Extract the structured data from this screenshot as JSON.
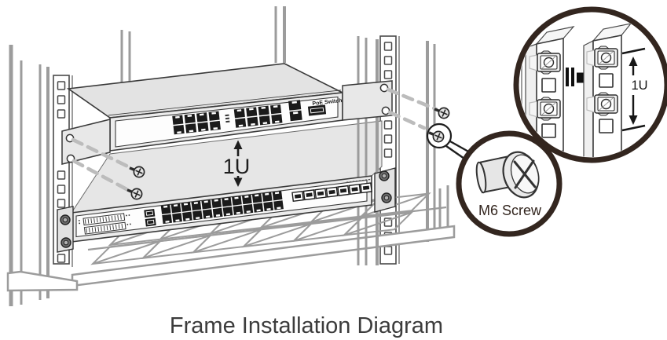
{
  "figure": {
    "caption": "Frame Installation Diagram",
    "annotations": {
      "rack_unit_gap_label": "1U",
      "inset_rack_unit_label": "1U",
      "screw_callout_label": "M6 Screw"
    },
    "top_switch": {
      "label": "PoE Switch",
      "rj45_ports_total": 16,
      "rj45_cols_per_group": 4,
      "uplink_ports": 2,
      "sfp_ports": 1
    },
    "bottom_switch": {
      "rj45_cols": 12,
      "rj45_rows": 2,
      "sfp_ports": 7,
      "led_bank_stripes": 13
    },
    "rack": {
      "tray_cells_per_row": 6,
      "rail_holes_per_group": 3
    },
    "hardware": {
      "mounting_screws_shown": 4,
      "cage_nuts_per_rail_in_inset": 2
    },
    "colors": {
      "callout_ring": "#33261f",
      "caption_text": "#3c3c3c",
      "port_black": "#1b1b1b",
      "rack_gray": "#9c9c9c",
      "dash_gray": "#bcbcbc",
      "label_text": "#1a1a1a"
    }
  }
}
